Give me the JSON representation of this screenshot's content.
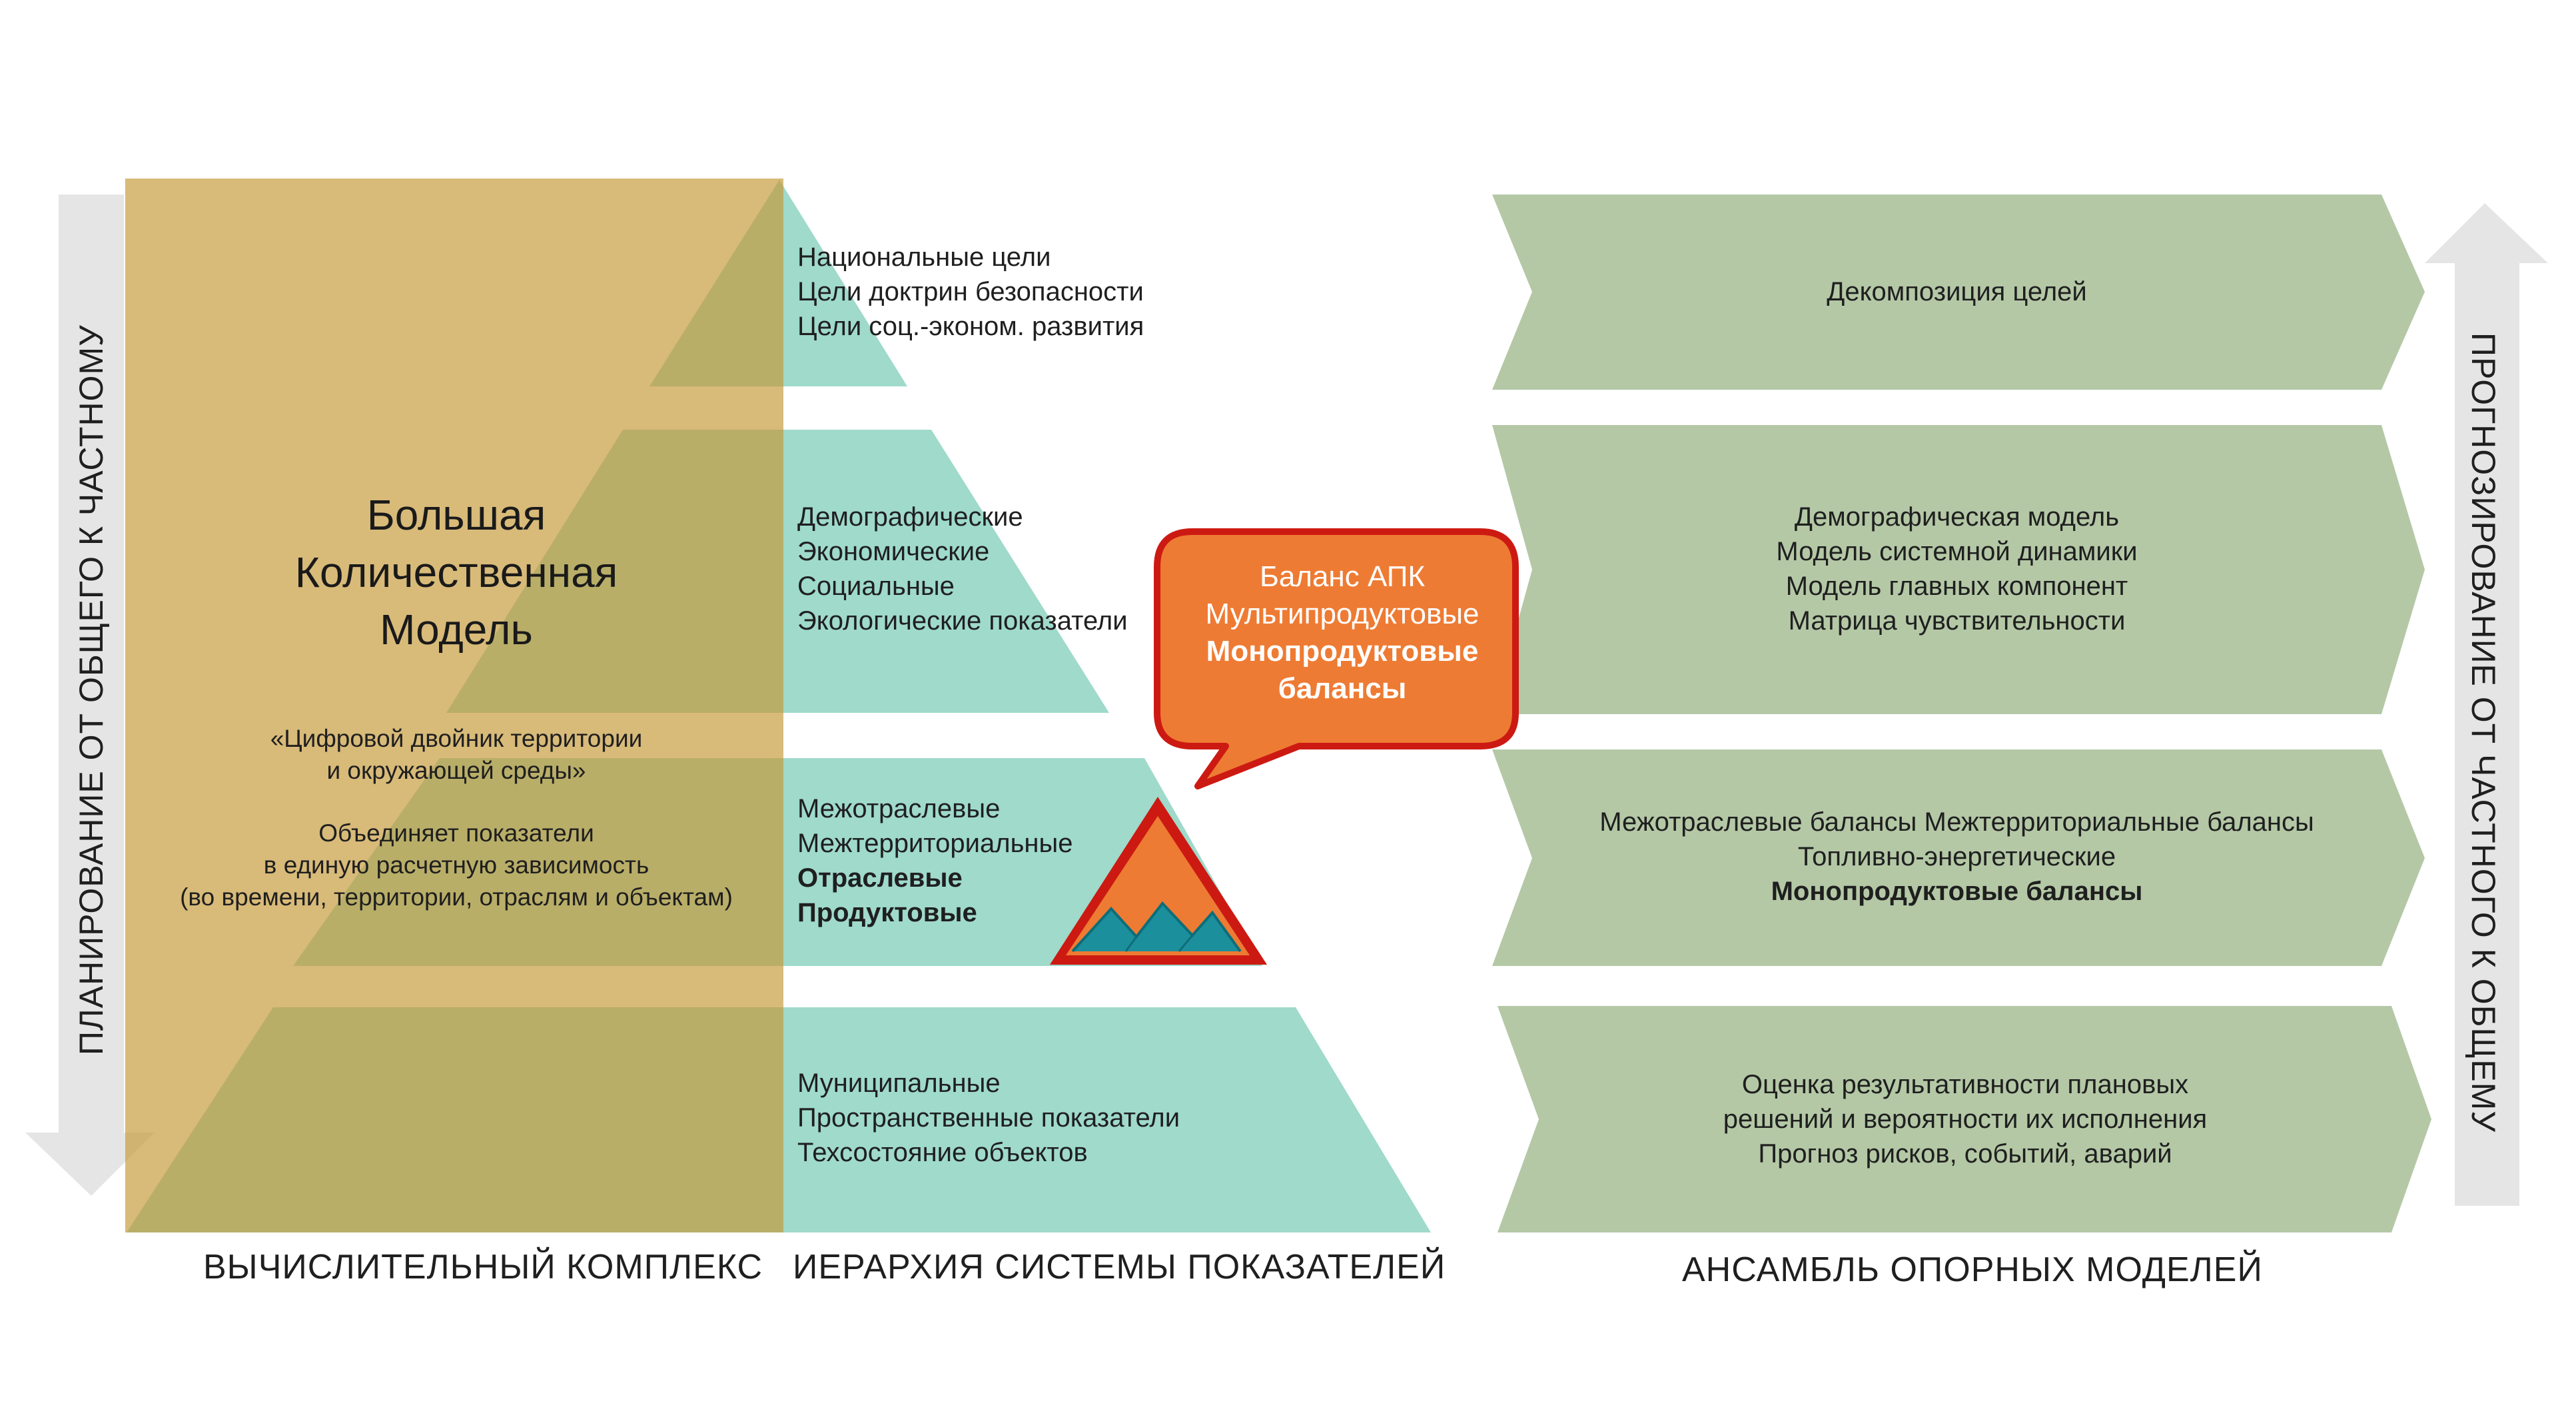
{
  "colors": {
    "pyramid": "#9fdacb",
    "overlay": "#c69a3a",
    "chevron": "#b4c8a6",
    "arrow": "#e5e5e5",
    "callout_fill": "#ee7b33",
    "callout_stroke": "#cc1a12",
    "mountain": "#1c8f9c"
  },
  "big_model": {
    "title_lines": [
      "Большая",
      "Количественная",
      "Модель"
    ],
    "description_lines": [
      "«Цифровой двойник территории",
      "и окружающей среды»",
      "",
      "Объединяет показатели",
      "в единую расчетную зависимость",
      "(во времени, территории, отраслям и объектам)"
    ]
  },
  "pyramid": {
    "tiers": [
      {
        "lines": [
          {
            "text": "Национальные цели",
            "bold": false
          },
          {
            "text": "Цели доктрин безопасности",
            "bold": false
          },
          {
            "text": "Цели соц.-эконом. развития",
            "bold": false
          }
        ]
      },
      {
        "lines": [
          {
            "text": "Демографические",
            "bold": false
          },
          {
            "text": "Экономические",
            "bold": false
          },
          {
            "text": "Социальные",
            "bold": false
          },
          {
            "text": "Экологические показатели",
            "bold": false
          }
        ]
      },
      {
        "lines": [
          {
            "text": "Межотраслевые",
            "bold": false
          },
          {
            "text": "Межтерриториальные",
            "bold": false
          },
          {
            "text": "Отраслевые",
            "bold": true
          },
          {
            "text": "Продуктовые",
            "bold": true
          }
        ]
      },
      {
        "lines": [
          {
            "text": "Муниципальные",
            "bold": false
          },
          {
            "text": "Пространственные показатели",
            "bold": false
          },
          {
            "text": "Техсостояние объектов",
            "bold": false
          }
        ]
      }
    ]
  },
  "callout": {
    "lines": [
      {
        "text": "Баланс АПК",
        "bold": false
      },
      {
        "text": "Мультипродуктовые",
        "bold": false
      },
      {
        "text": "Монопродуктовые",
        "bold": true
      },
      {
        "text": "балансы",
        "bold": true
      }
    ]
  },
  "ensemble": {
    "chevrons": [
      {
        "lines": [
          {
            "text": "Декомпозиция целей",
            "bold": false
          }
        ]
      },
      {
        "lines": [
          {
            "text": "Демографическая модель",
            "bold": false
          },
          {
            "text": "Модель системной динамики",
            "bold": false
          },
          {
            "text": "Модель главных компонент",
            "bold": false
          },
          {
            "text": "Матрица чувствительности",
            "bold": false
          }
        ]
      },
      {
        "lines": [
          {
            "text": "Межотраслевые балансы Межтерриториальные балансы",
            "bold": false
          },
          {
            "text": "Топливно-энергетические",
            "bold": false
          },
          {
            "text": "Монопродуктовые балансы",
            "bold": true
          }
        ]
      },
      {
        "lines": [
          {
            "text": "Оценка результативности плановых",
            "bold": false
          },
          {
            "text": "решений и вероятности их исполнения",
            "bold": false
          },
          {
            "text": "Прогноз рисков, событий, аварий",
            "bold": false
          }
        ]
      }
    ]
  },
  "column_labels": {
    "computing": "ВЫЧИСЛИТЕЛЬНЫЙ КОМПЛЕКС",
    "hierarchy": "ИЕРАРХИЯ СИСТЕМЫ ПОКАЗАТЕЛЕЙ",
    "ensemble": "АНСАМБЛЬ ОПОРНЫХ МОДЕЛЕЙ"
  },
  "side_labels": {
    "left": "ПЛАНИРОВАНИЕ ОТ ОБЩЕГО К ЧАСТНОМУ",
    "right": "ПРОГНОЗИРОВАНИЕ ОТ ЧАСТНОГО К ОБЩЕМУ"
  }
}
